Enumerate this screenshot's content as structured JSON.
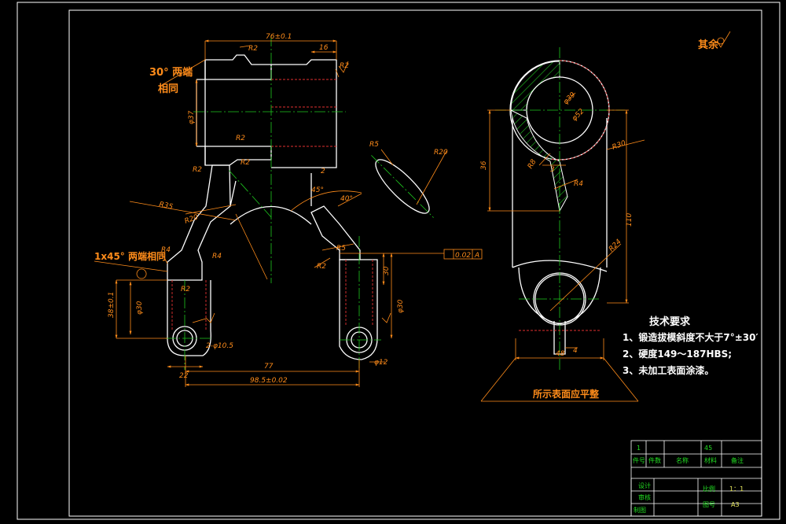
{
  "left_view": {
    "notes": {
      "chamfer_30": "30° 两端",
      "chamfer_30_b": "相同",
      "chamfer_1x45": "1x45° 两端相同"
    },
    "dims": {
      "d76": "76±0.1",
      "d16": "16",
      "r2_top": "R2",
      "phi37": "φ37",
      "r2_a": "R2",
      "r2_b": "R2",
      "r2_c": "R2",
      "r35": "R35",
      "r20_l": "R20",
      "r4": "R4",
      "r4b": "R4",
      "r2_d": "R2",
      "r2_e": "R2",
      "d2": "2",
      "a45": "45°",
      "a40": "40°",
      "r5": "R5",
      "d30": "30",
      "phi30": "φ30",
      "phi30b": "φ30",
      "d38": "38±0.1",
      "d77": "77",
      "d98": "98.5±0.02",
      "d22": "22",
      "phi105": "2-φ10.5",
      "phi12": "φ12",
      "r2_f": "R2",
      "tol": "0.02",
      "datum": "A"
    }
  },
  "section": {
    "r5": "R5",
    "r20": "R20"
  },
  "right_view": {
    "dims": {
      "d36": "36",
      "phi39": "φ39",
      "phi52": "φ52",
      "r30": "R30",
      "r8": "R8",
      "r4": "R4",
      "d3": "3",
      "d110": "110",
      "r24": "R24",
      "d48": "48",
      "d4": "4"
    },
    "flat_note": "所示表面应平整"
  },
  "roughness_note": "其余",
  "tech_req": {
    "title": "技术要求",
    "items": [
      "1、锻造拔模斜度不大于7°±30′",
      "2、硬度149～187HBS;",
      "3、未加工表面涂漆。"
    ]
  },
  "title_block": {
    "part_no": "1",
    "part_name": "",
    "material_name": "45",
    "h_seq": "件号",
    "h_qty": "件数",
    "h_name": "名称",
    "h_mat": "材料",
    "h_note": "备注",
    "design": "设计",
    "check": "审核",
    "draw": "制图",
    "scale_label": "比例",
    "scale_val": "1：1",
    "sheet_label": "图号",
    "sheet_val": "A3"
  }
}
